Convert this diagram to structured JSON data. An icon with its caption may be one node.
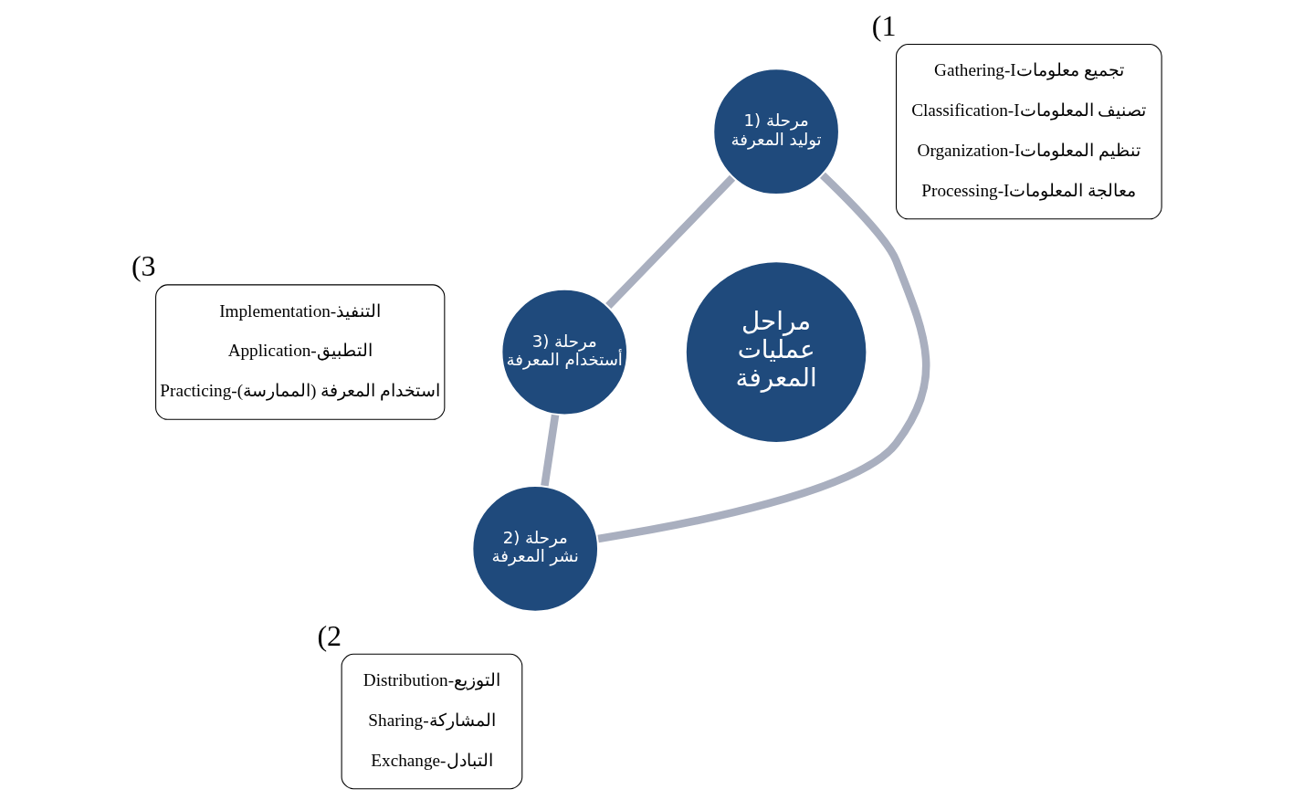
{
  "diagram": {
    "nodes": [
      {
        "text": [
          "مراحل عمليات المعرفة"
        ]
      },
      {
        "text": [
          "1) مرحلة توليد المعرفة"
        ]
      },
      {
        "text": [
          "2) مرحلة نشر المعرفة"
        ]
      },
      {
        "text": [
          "3) مرحلة أستخدام المعرفة"
        ]
      },
      {
        "text": [
          "Gathering-Iتجميع معلومات",
          "Classification-Iتصنيف المعلومات",
          "Organization-Iتنظيم المعلومات",
          "Processing-Iمعالجة المعلومات"
        ],
        "beside": [
          "(1"
        ]
      },
      {
        "text": [
          "Distribution-التوزيع",
          "Sharing-المشاركة",
          "Exchange-التبادل"
        ],
        "beside": [
          "(2"
        ]
      },
      {
        "text": [
          "Implementation-التنفيذ",
          "Application-التطبيق",
          "Practicing-(الممارسة) استخدام المعرفة"
        ],
        "beside": [
          "(3"
        ]
      }
    ],
    "edges": [
      {
        "from": 1,
        "to": 2,
        "arrow": "none"
      },
      {
        "from": 2,
        "to": 3,
        "arrow": "none"
      },
      {
        "from": 3,
        "to": 1,
        "arrow": "none"
      }
    ]
  }
}
